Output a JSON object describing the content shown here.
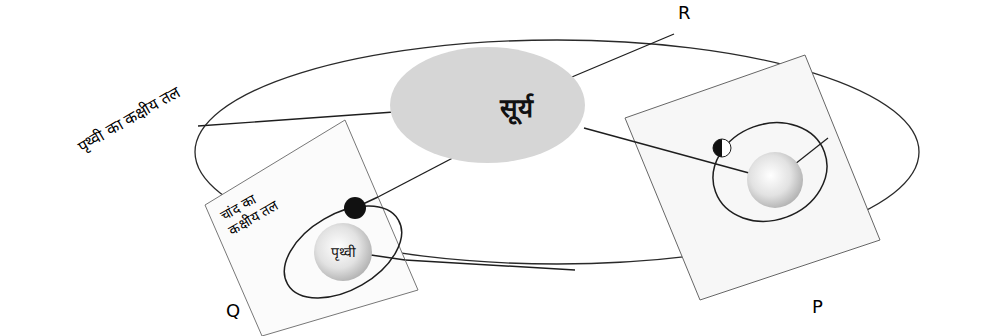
{
  "diagram": {
    "nodes": [
      {
        "text": [
          "पृथ्वी का कक्षीय तल"
        ]
      },
      {
        "text": [
          "सूर्य"
        ],
        "in": 0
      },
      {
        "text": [
          "चांद का कक्षीय तल"
        ],
        "in": 0
      },
      {
        "text": [
          "पृथ्वी"
        ],
        "in": 2
      }
    ],
    "labels": [
      "R",
      "Q",
      "P"
    ]
  }
}
